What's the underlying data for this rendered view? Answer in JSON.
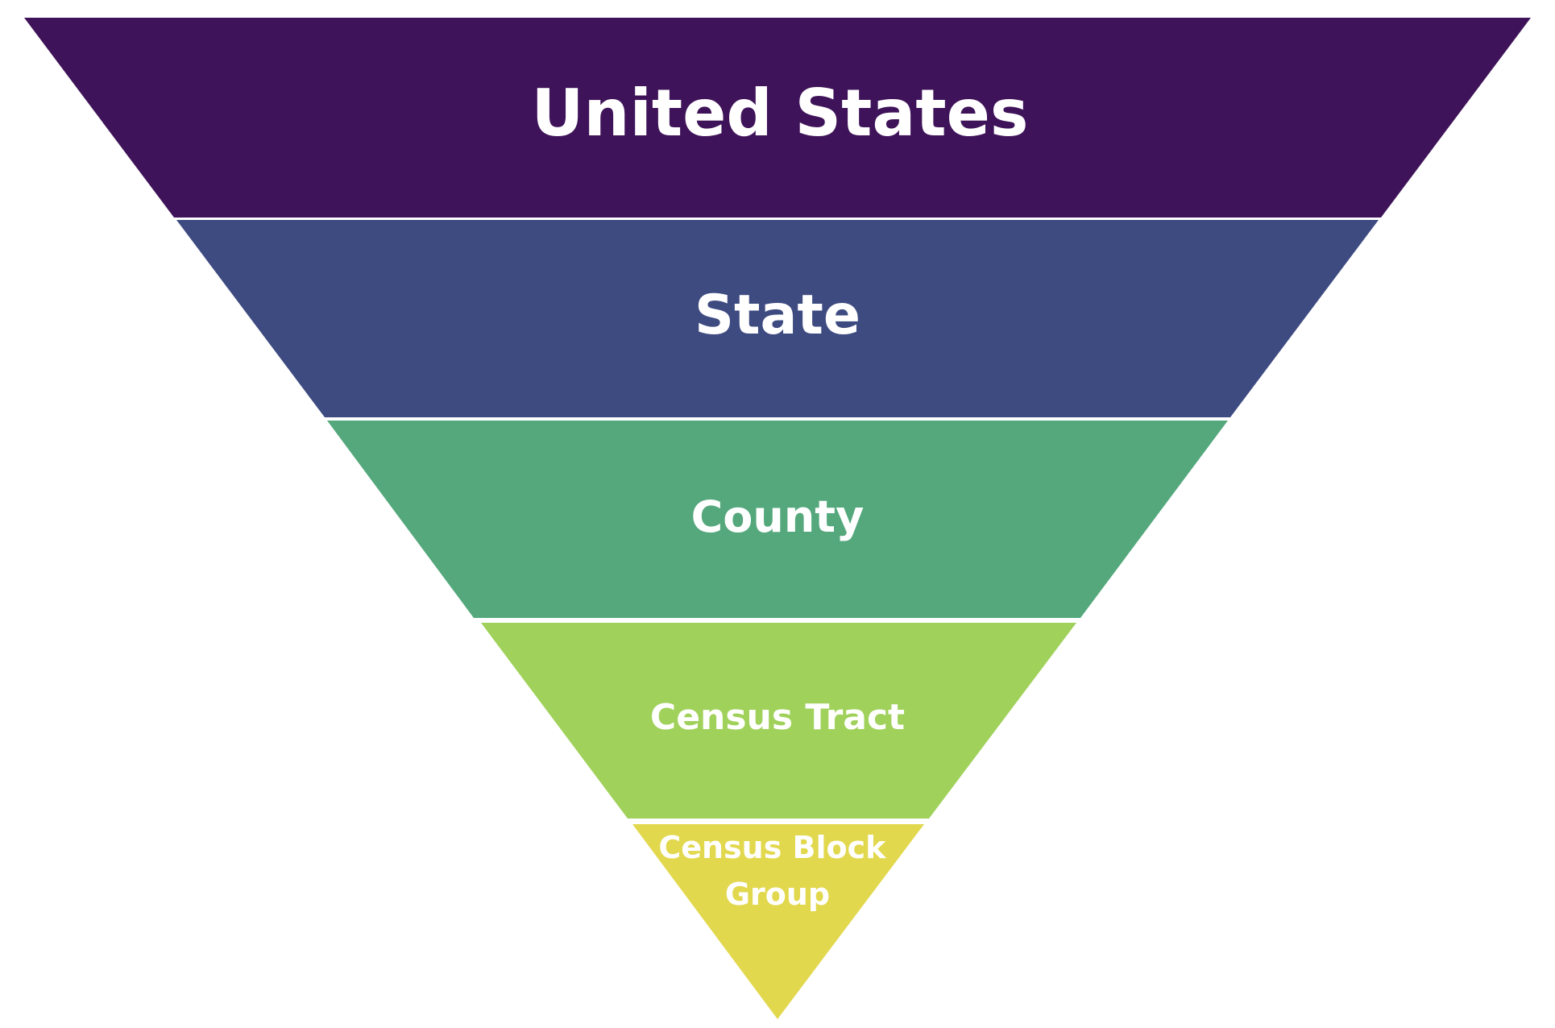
{
  "diagram": {
    "type": "inverted-pyramid",
    "levels": [
      {
        "label_lines": [
          "United States"
        ],
        "color": "#3F1359"
      },
      {
        "label_lines": [
          "State"
        ],
        "color": "#3E4B81"
      },
      {
        "label_lines": [
          "County"
        ],
        "color": "#54A87C"
      },
      {
        "label_lines": [
          "Census Tract"
        ],
        "color": "#A0D15B"
      },
      {
        "label_lines": [
          "Census Block",
          "Group"
        ],
        "color": "#E2D84E"
      }
    ]
  }
}
